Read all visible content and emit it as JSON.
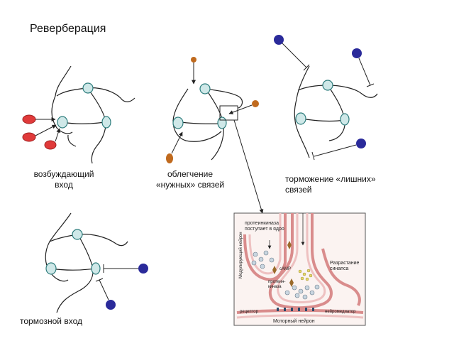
{
  "title": "Реверберация",
  "panels": {
    "excitatory": {
      "label_line1": "возбуждающий",
      "label_line2": "вход"
    },
    "facilitation": {
      "label_line1": "облегчение",
      "label_line2": "«нужных» связей"
    },
    "inhibition_extra": {
      "label_line1": "торможение «лишних»",
      "label_line2": "связей"
    },
    "inhibitory_input": {
      "label": "тормозной вход"
    }
  },
  "synapse_figure": {
    "top_label_1": "протеинкиназа",
    "top_label_2": "поступает в ядро",
    "left_vertical": "Модулирующий нейрон",
    "right_label_1": "Разрастание",
    "right_label_2": "синапса",
    "camp": "cAMP",
    "kinase_1": "протеин-",
    "kinase_2": "киназа",
    "receptor": "рецептор",
    "neurotransmitter": "нейромедиатор",
    "motor_neuron": "Моторный нейрон"
  },
  "colors": {
    "neuron_fill": "#cfe8e8",
    "neuron_stroke": "#2e7d7d",
    "excitatory": "#e03a3a",
    "inhibitory": "#2a2a9a",
    "modulatory": "#c06a1e",
    "membrane": "#d98c8c"
  }
}
